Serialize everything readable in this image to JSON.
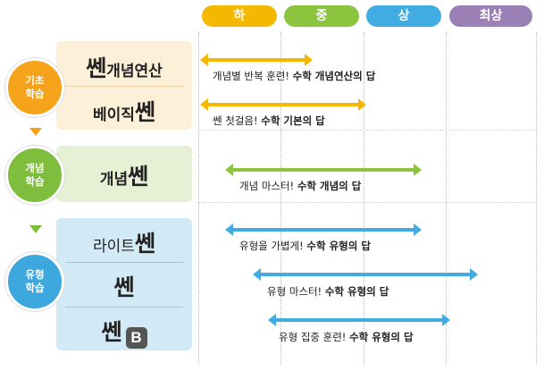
{
  "levels": [
    {
      "label": "하",
      "color": "#f5b800"
    },
    {
      "label": "중",
      "color": "#8cc43f"
    },
    {
      "label": "상",
      "color": "#40ace1"
    },
    {
      "label": "최상",
      "color": "#9b80b6"
    }
  ],
  "stages": [
    {
      "line1": "기초",
      "line2": "학습",
      "color": "#f5a31a"
    },
    {
      "line1": "개념",
      "line2": "학습",
      "color": "#7fbe3c"
    },
    {
      "line1": "유형",
      "line2": "학습",
      "color": "#3da8de"
    }
  ],
  "books": [
    {
      "prefix": "쎈",
      "rest": "개념연산",
      "suffix": ""
    },
    {
      "prefix": "",
      "rest": "베이직",
      "suffix": "쎈"
    },
    {
      "prefix": "",
      "rest": "개념",
      "suffix": "쎈"
    },
    {
      "prefix": "",
      "rest": "라이트",
      "suffix": "쎈"
    },
    {
      "prefix": "",
      "rest": "",
      "suffix": "쎈"
    },
    {
      "prefix": "",
      "rest": "",
      "suffix": "쎈",
      "badge": "B"
    }
  ],
  "descriptions": [
    {
      "normal": "개념별 반복 훈련! ",
      "bold": "수학 개념연산의 답",
      "color": "#f5b800"
    },
    {
      "normal": "쎈 첫걸음! ",
      "bold": "수학 기본의 답",
      "color": "#f5b800"
    },
    {
      "normal": "개념 마스터! ",
      "bold": "수학 개념의 답",
      "color": "#8cc43f"
    },
    {
      "normal": "유형을 가볍게! ",
      "bold": "수학 유형의 답",
      "color": "#40ace1"
    },
    {
      "normal": "유형 마스터! ",
      "bold": "수학 유형의 답",
      "color": "#40ace1"
    },
    {
      "normal": "유형 집중 훈련! ",
      "bold": "수학 유형의 답",
      "color": "#40ace1"
    }
  ],
  "colors": {
    "box_basic": "#fdf0d8",
    "box_concept": "#e6f0d4",
    "box_type": "#d2e9f6"
  }
}
